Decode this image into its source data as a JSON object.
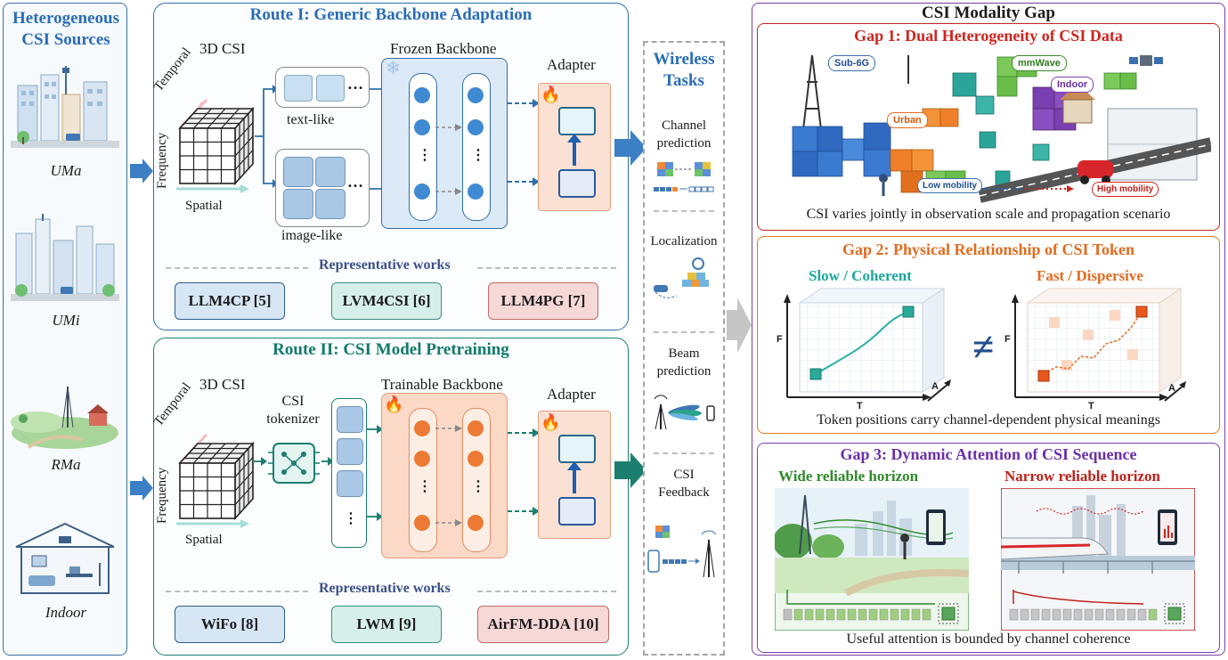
{
  "sources": {
    "title_line1": "Heterogeneous",
    "title_line2": "CSI Sources",
    "scenarios": [
      "UMa",
      "UMi",
      "RMa",
      "Indoor"
    ]
  },
  "route1": {
    "title": "Route I: Generic Backbone Adaptation",
    "cube_label": "3D CSI",
    "axis_temporal": "Temporal",
    "axis_frequency": "Frequency",
    "axis_spatial": "Spatial",
    "text_like": "text-like",
    "image_like": "image-like",
    "backbone": "Frozen Backbone",
    "adapter": "Adapter",
    "rep_works": "Representative works",
    "works": [
      "LLM4CP [5]",
      "LVM4CSI [6]",
      "LLM4PG [7]"
    ]
  },
  "route2": {
    "title": "Route II: CSI Model Pretraining",
    "cube_label": "3D CSI",
    "axis_temporal": "Temporal",
    "axis_frequency": "Frequency",
    "axis_spatial": "Spatial",
    "tokenizer_line1": "CSI",
    "tokenizer_line2": "tokenizer",
    "backbone": "Trainable Backbone",
    "adapter": "Adapter",
    "rep_works": "Representative works",
    "works": [
      "WiFo [8]",
      "LWM [9]",
      "AirFM-DDA [10]"
    ]
  },
  "tasks": {
    "title_line1": "Wireless",
    "title_line2": "Tasks",
    "items": [
      {
        "line1": "Channel",
        "line2": "prediction"
      },
      {
        "line1": "Localization",
        "line2": ""
      },
      {
        "line1": "Beam",
        "line2": "prediction"
      },
      {
        "line1": "CSI",
        "line2": "Feedback"
      }
    ]
  },
  "gap": {
    "title": "CSI Modality Gap",
    "gap1": {
      "title": "Gap 1: Dual Heterogeneity of CSI Data",
      "tags": [
        "Sub-6G",
        "mmWave",
        "Indoor",
        "Urban",
        "Low mobility",
        "High mobility"
      ],
      "caption": "CSI varies jointly in observation scale and propagation scenario"
    },
    "gap2": {
      "title": "Gap 2: Physical Relationship of CSI Token",
      "left_label": "Slow / Coherent",
      "right_label": "Fast / Dispersive",
      "axis_f": "F",
      "axis_t": "T",
      "axis_a": "A",
      "neq": "≠",
      "caption": "Token positions carry channel-dependent physical meanings"
    },
    "gap3": {
      "title": "Gap 3: Dynamic Attention of CSI Sequence",
      "left_label": "Wide reliable horizon",
      "right_label": "Narrow reliable horizon",
      "caption": "Useful attention is bounded by channel coherence"
    }
  },
  "colors": {
    "blue_title": "#2a6db5",
    "teal_title": "#137a6c",
    "gap1_red": "#d0241e",
    "gap2_orange": "#e36b1f",
    "gap3_purple": "#6a2fa8",
    "gap_border": "#7a3fa0"
  }
}
